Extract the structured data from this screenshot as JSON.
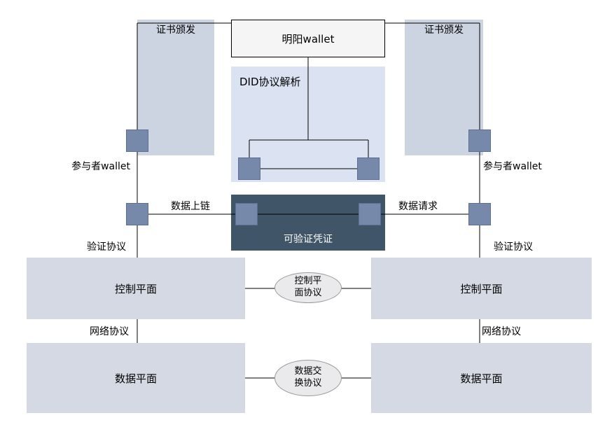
{
  "colors": {
    "panel_light": "#cdd4e1",
    "plane_panel": "#d4d9e3",
    "did_panel": "#dbe3f3",
    "vc_panel": "#405568",
    "node_fill": "#7689ab",
    "wallet_fill": "#f5f5f5",
    "ellipse_fill": "#eaeaec",
    "line": "#000000"
  },
  "nodes": {
    "mingyang_wallet": "明阳wallet",
    "did_resolution": "DID协议解析",
    "verifiable_credential": "可验证凭证",
    "control_plane_left": "控制平面",
    "control_plane_right": "控制平面",
    "data_plane_left": "数据平面",
    "data_plane_right": "数据平面"
  },
  "edges": {
    "cert_issuance_left": "证书颁发",
    "cert_issuance_right": "证书颁发",
    "data_onchain": "数据上链",
    "data_request": "数据请求",
    "verify_protocol_left": "验证协议",
    "verify_protocol_right": "验证协议",
    "network_protocol_left": "网络协议",
    "network_protocol_right": "网络协议"
  },
  "labels": {
    "participant_wallet_left": "参与者wallet",
    "participant_wallet_right": "参与者wallet"
  },
  "protocols": {
    "control_plane_protocol": "控制平面协议",
    "data_exchange_protocol": "数据交换协议"
  }
}
